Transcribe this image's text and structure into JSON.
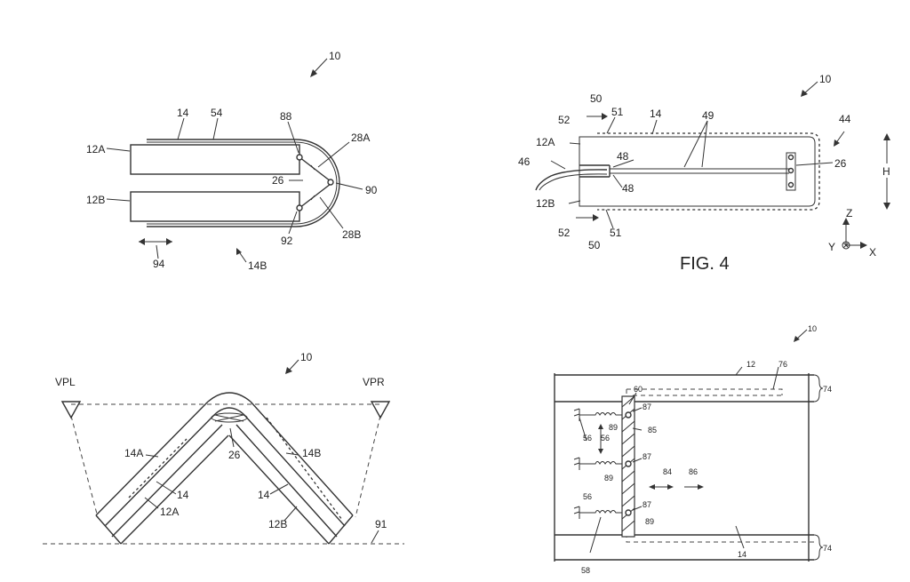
{
  "figures": {
    "top_left": {
      "labels": [
        "10",
        "14",
        "54",
        "12A",
        "12B",
        "88",
        "28A",
        "26",
        "90",
        "92",
        "28B",
        "94",
        "14B"
      ]
    },
    "top_right": {
      "caption": "FIG. 4",
      "labels": [
        "10",
        "50",
        "51",
        "14",
        "49",
        "44",
        "52",
        "12A",
        "46",
        "48",
        "48",
        "26",
        "H",
        "12B",
        "52",
        "50",
        "51",
        "Z",
        "Y",
        "X"
      ]
    },
    "bottom_left": {
      "labels": [
        "10",
        "VPL",
        "VPR",
        "14A",
        "14B",
        "26",
        "14",
        "14",
        "12A",
        "12B",
        "91"
      ]
    },
    "bottom_right": {
      "labels": [
        "10",
        "60",
        "12",
        "76",
        "74",
        "87",
        "89",
        "56",
        "56",
        "85",
        "87",
        "89",
        "84",
        "86",
        "87",
        "56",
        "89",
        "58",
        "14",
        "74"
      ]
    }
  }
}
